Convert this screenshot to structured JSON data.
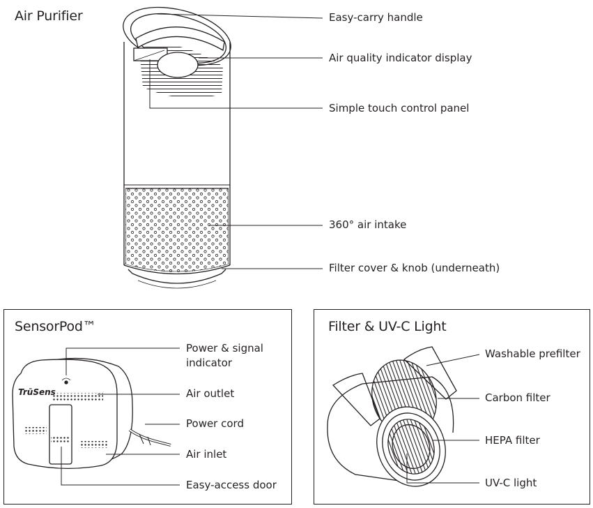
{
  "sections": {
    "purifier": {
      "title": "Air Purifier",
      "callouts": [
        "Easy-carry handle",
        "Air quality indicator display",
        "Simple touch control panel",
        "360° air intake",
        "Filter cover & knob (underneath)"
      ]
    },
    "sensorpod": {
      "title": "SensorPod™",
      "brand": "TrūSens",
      "callouts": [
        [
          "Power & signal",
          "indicator"
        ],
        "Air outlet",
        "Power cord",
        "Air inlet",
        "Easy-access door"
      ]
    },
    "filter": {
      "title": "Filter & UV-C Light",
      "callouts": [
        "Washable prefilter",
        "Carbon filter",
        "HEPA filter",
        "UV-C light"
      ]
    }
  }
}
